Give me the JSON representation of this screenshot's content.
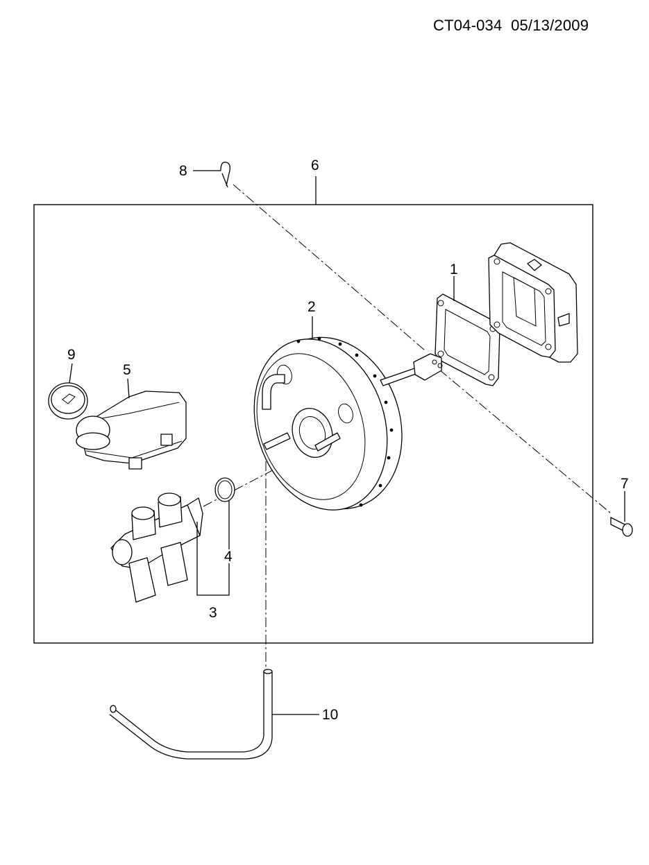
{
  "header": {
    "code": "CT04-034",
    "date": "05/13/2009"
  },
  "callouts": {
    "c1": "1",
    "c2": "2",
    "c3": "3",
    "c4": "4",
    "c5": "5",
    "c6": "6",
    "c7": "7",
    "c8": "8",
    "c9": "9",
    "c10": "10"
  }
}
